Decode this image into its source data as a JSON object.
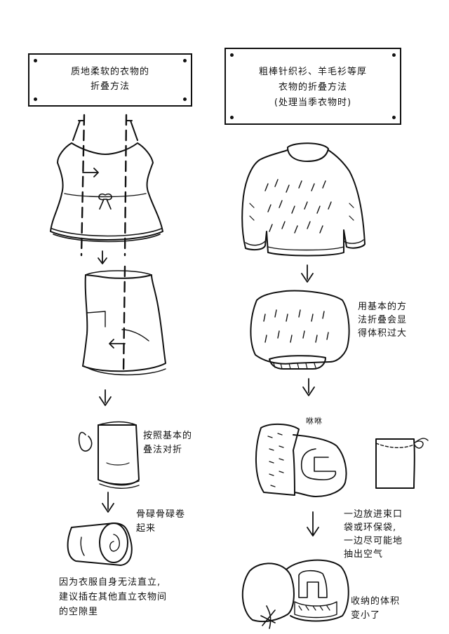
{
  "left_column": {
    "banner_lines": [
      "质地柔软的衣物的",
      "折叠方法"
    ],
    "step3_lines": [
      "按照基本的",
      "叠法对折"
    ],
    "step4_lines": [
      "骨碌骨碌卷",
      "起来"
    ],
    "footer_lines": [
      "因为衣服自身无法直立,",
      "建议插在其他直立衣物间",
      "的空隙里"
    ]
  },
  "right_column": {
    "banner_lines": [
      "粗棒针织衫、羊毛衫等厚",
      "衣物的折叠方法",
      "(处理当季衣物时)"
    ],
    "step2_lines": [
      "用基本的方",
      "法折叠会显",
      "得体积过大"
    ],
    "sound_effect": "咻咻",
    "step3_lines": [
      "一边放进束口",
      "袋或环保袋,",
      "一边尽可能地",
      "抽出空气"
    ],
    "result_lines": [
      "收纳的体积",
      "变小了"
    ]
  }
}
